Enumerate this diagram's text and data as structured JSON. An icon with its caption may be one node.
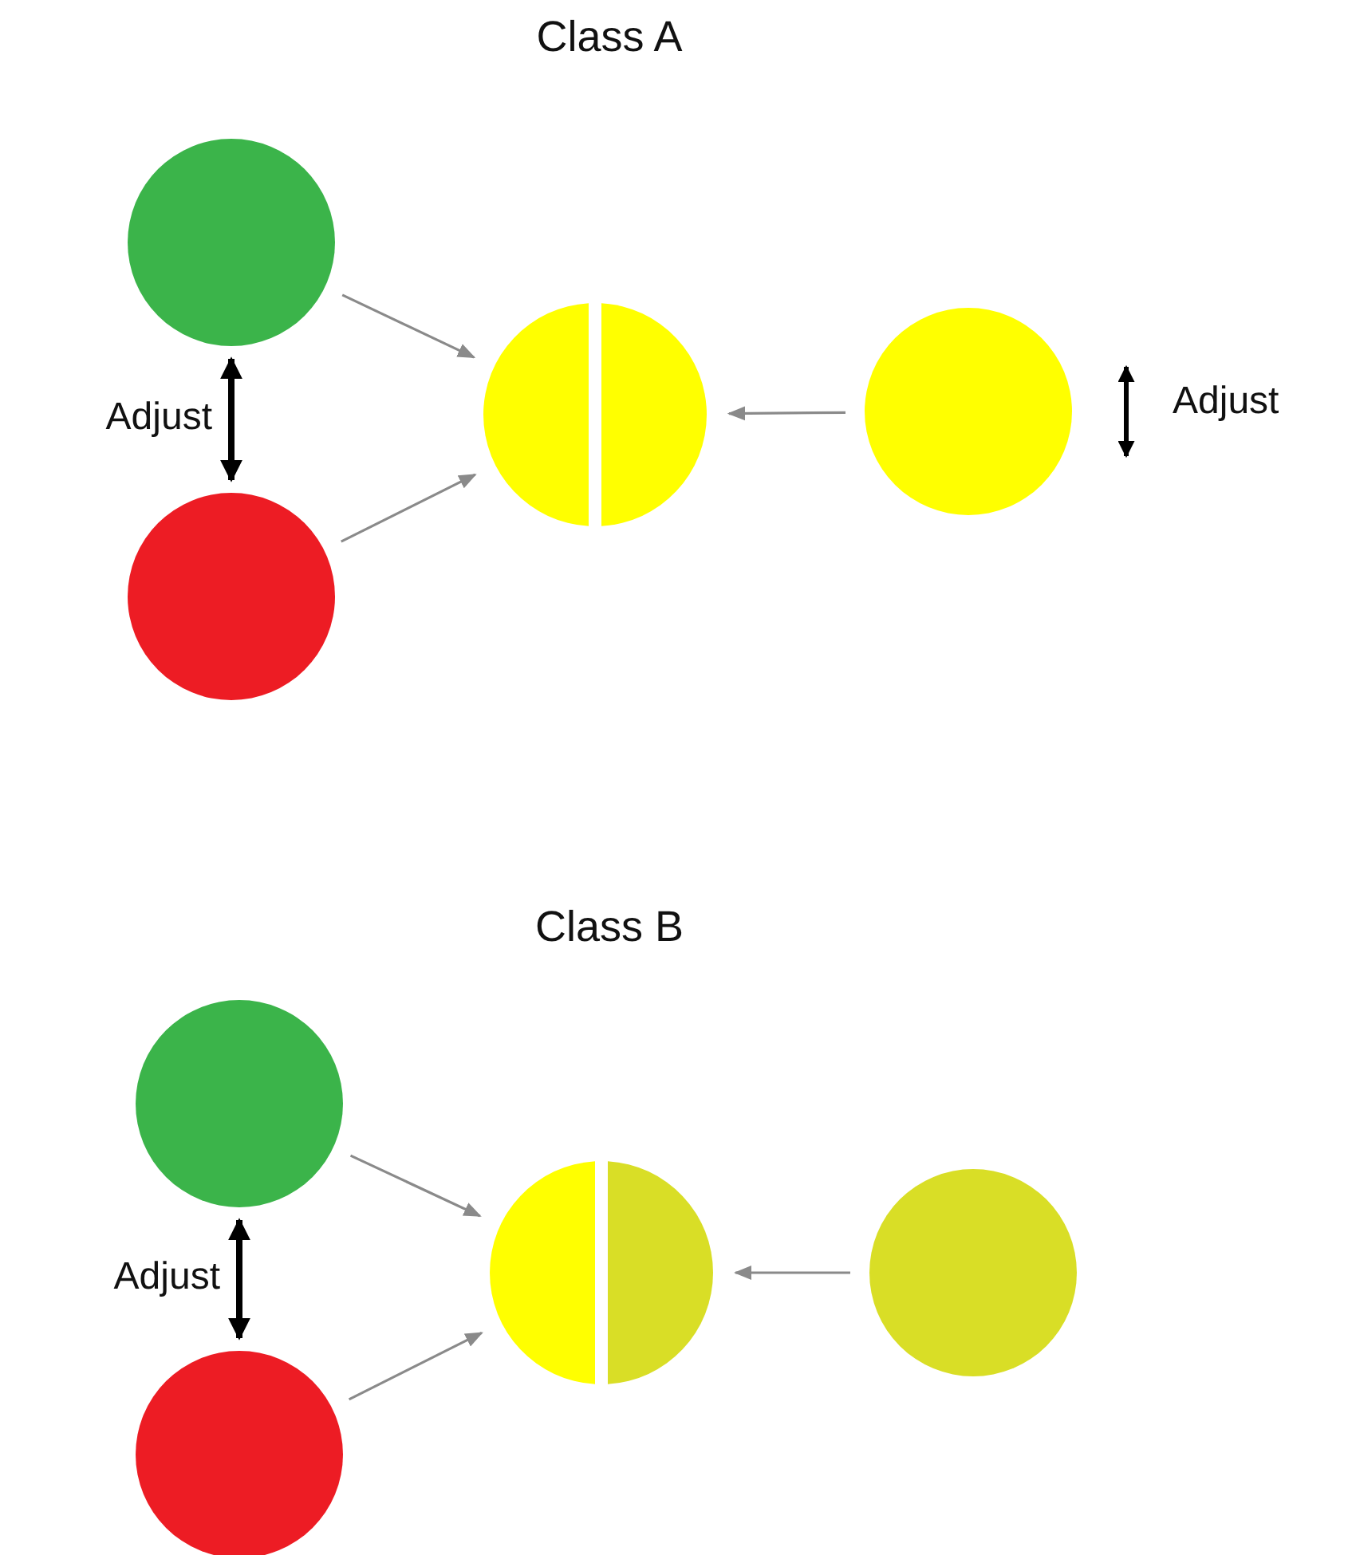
{
  "diagram": {
    "nodes": [
      {
        "text": [],
        "shape": "circle"
      },
      {
        "text": [],
        "shape": "circle"
      },
      {
        "text": [],
        "shape": "circle"
      },
      {
        "text": [],
        "shape": "circle"
      },
      {
        "text": [],
        "shape": "circle"
      },
      {
        "text": [],
        "shape": "circle"
      },
      {
        "text": [],
        "shape": "circle"
      },
      {
        "text": [],
        "shape": "circle"
      }
    ],
    "edges": [
      {
        "from": 0,
        "to": 2,
        "arrow": "to"
      },
      {
        "from": 1,
        "to": 2,
        "arrow": "to"
      },
      {
        "from": 3,
        "to": 2,
        "arrow": "to"
      },
      {
        "from": 0,
        "to": 1,
        "arrow": "both",
        "label": "Adjust",
        "style": "thick",
        "color": "#000000"
      },
      {
        "from": 4,
        "to": 6,
        "arrow": "to"
      },
      {
        "from": 5,
        "to": 6,
        "arrow": "to"
      },
      {
        "from": 7,
        "to": 6,
        "arrow": "to"
      },
      {
        "from": 4,
        "to": 5,
        "arrow": "both",
        "label": "Adjust",
        "style": "thick",
        "color": "#000000"
      }
    ],
    "labels": [
      "Class A",
      "Adjust",
      "Class B"
    ]
  }
}
